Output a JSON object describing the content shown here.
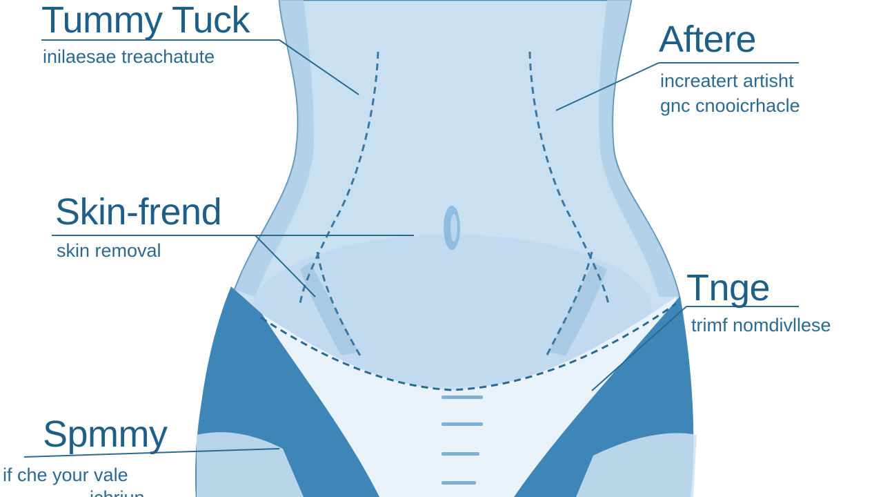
{
  "colors": {
    "ink": "#1d5f88",
    "body_fill": "#c9e0f1",
    "body_shade": "#aecde7",
    "garment_dark": "#3f86b8",
    "garment_light": "#e9f2f9",
    "incision": "#2a6a91"
  },
  "labels": {
    "top_left": {
      "title": "Tummy Tuck",
      "subtitle": "inilaesae treachatute"
    },
    "top_right": {
      "title": "Aftere",
      "subtitle_line1": "increatert artisht",
      "subtitle_line2": "gnc cnooicrhacle"
    },
    "mid_left": {
      "title": "Skin-frend",
      "subtitle": "skin removal"
    },
    "mid_right": {
      "title": "Tnge",
      "subtitle": "trimf nomdivllese"
    },
    "bottom_left": {
      "title": "Spmmy",
      "subtitle_line1": "if che your vale",
      "subtitle_line2": "ichriun"
    }
  }
}
